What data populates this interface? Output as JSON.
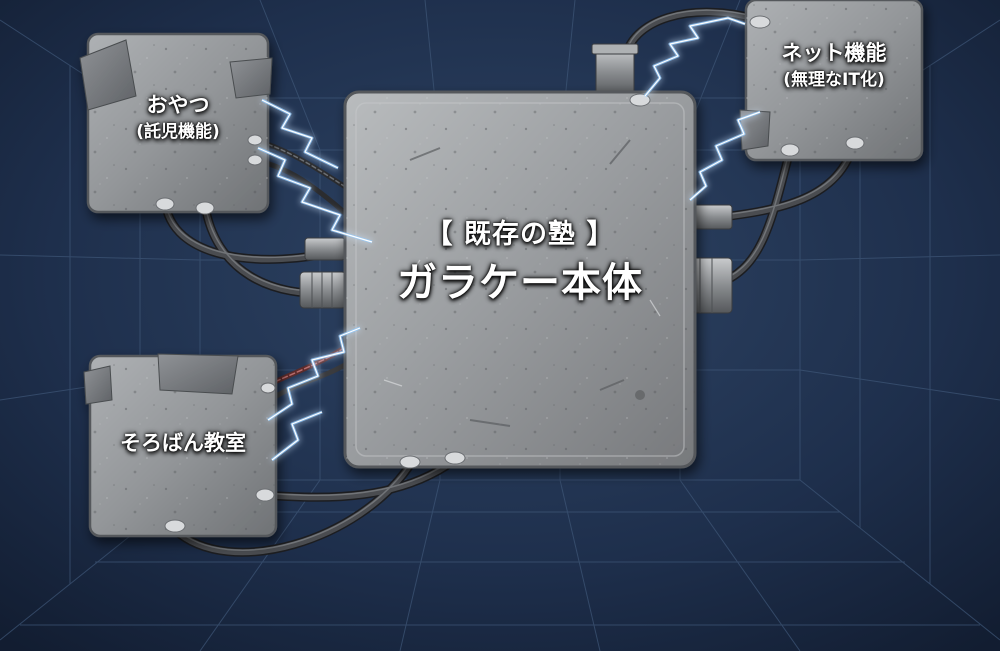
{
  "main_box": {
    "line1": "【 既存の塾 】",
    "line2": "ガラケー本体"
  },
  "snack_box": {
    "line1": "おやつ",
    "line2": "(託児機能)"
  },
  "net_box": {
    "line1": "ネット機能",
    "line2": "(無理なIT化)"
  },
  "abacus_box": {
    "line1": "そろばん教室"
  },
  "colors": {
    "background": "#1b2a45",
    "grid": "#3f5778",
    "metal": "#9a9da0",
    "cable": "#3d3f43",
    "spark": "#a8d8ff"
  }
}
